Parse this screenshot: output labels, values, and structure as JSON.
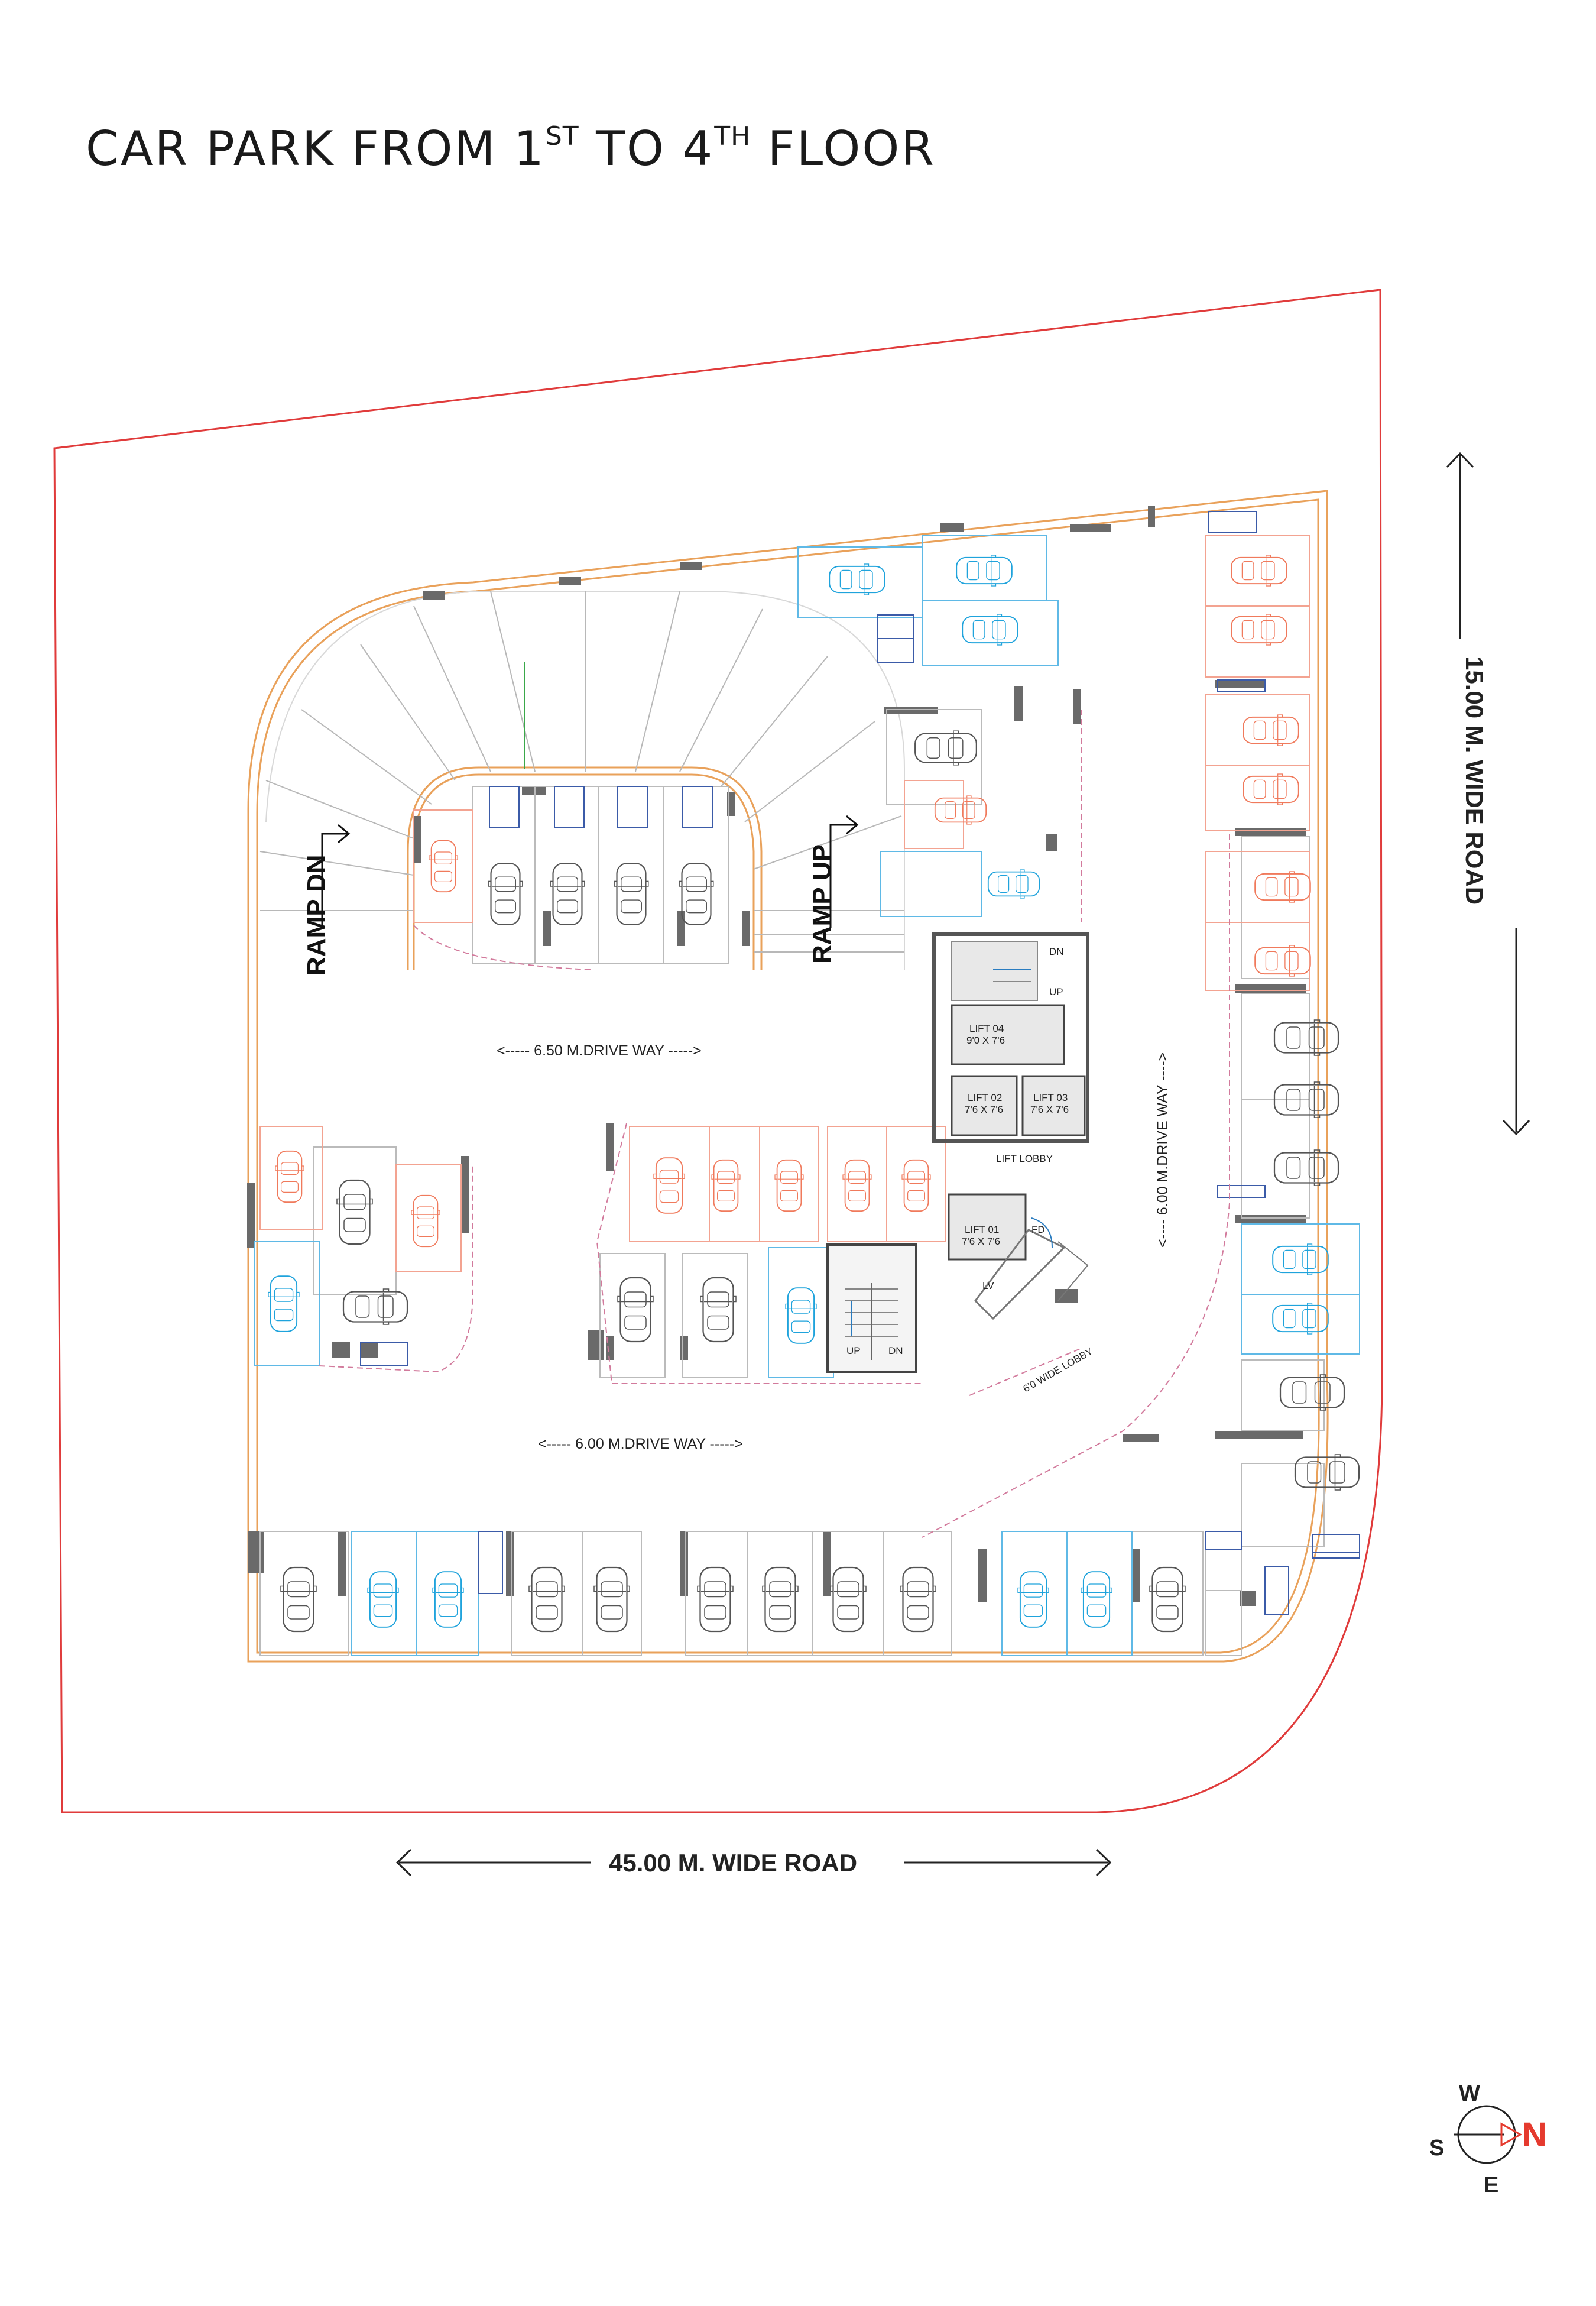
{
  "title": {
    "main": "CAR PARK FROM 1",
    "sup1": "ST",
    "mid": " TO 4",
    "sup2": "TH",
    "end": " FLOOR"
  },
  "labels": {
    "ramp_dn": "RAMP DN",
    "ramp_up": "RAMP UP",
    "drive_650": "<----- 6.50 M.DRIVE WAY ----->",
    "drive_600": "<----- 6.00 M.DRIVE WAY ----->",
    "drive_600_v": "<---- 6.00 M.DRIVE WAY ---->",
    "road_45": "45.00 M. WIDE ROAD",
    "road_15": "15.00 M. WIDE ROAD",
    "lift_lobby": "LIFT LOBBY",
    "wide_lobby": "6'0 WIDE LOBBY",
    "lift01": "LIFT 01",
    "lift01_size": "7'6 X 7'6",
    "lift02": "LIFT 02",
    "lift02_size": "7'6 X 7'6",
    "lift03": "LIFT 03",
    "lift03_size": "7'6 X 7'6",
    "lift04": "LIFT 04",
    "lift04_size": "9'0 X 7'6",
    "fd": "FD",
    "lv": "LV",
    "up": "UP",
    "dn": "DN",
    "compass_w": "W",
    "compass_s": "S",
    "compass_e": "E",
    "compass_n": "N"
  },
  "colors": {
    "boundary": "#e03b3b",
    "outline": "#e9a15a",
    "car_gray": "#555555",
    "car_salmon": "#f07a5c",
    "car_blue": "#1fa3dc",
    "wall": "#6a6a6a",
    "north": "#e53a2e"
  }
}
